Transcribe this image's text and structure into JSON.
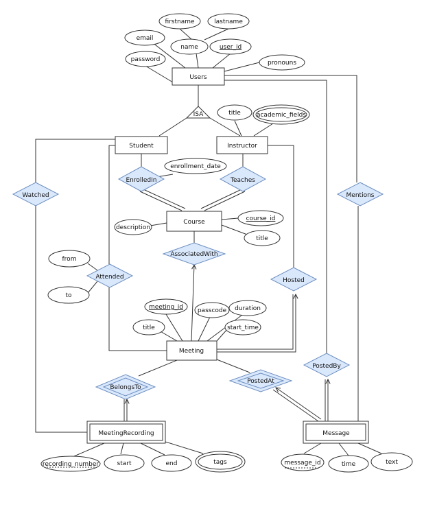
{
  "diagram": {
    "colors": {
      "line": "#333333",
      "relationship_fill": "#dae8fc",
      "relationship_stroke": "#6c8ebf",
      "box_fill": "#ffffff"
    },
    "entities": {
      "users": "Users",
      "student": "Student",
      "instructor": "Instructor",
      "course": "Course",
      "meeting": "Meeting",
      "meeting_recording": "MeetingRecording",
      "message": "Message"
    },
    "isa": "ISA",
    "relationships": {
      "enrolled_in": "EnrolledIn",
      "teaches": "Teaches",
      "associated_with": "AssociatedWith",
      "attended": "Attended",
      "hosted": "Hosted",
      "watched": "Watched",
      "mentions": "Mentions",
      "belongs_to": "BelongsTo",
      "posted_at": "PostedAt",
      "posted_by": "PostedBy"
    },
    "attributes": {
      "firstname": "firstname",
      "lastname": "lastname",
      "email": "email",
      "name": "name",
      "user_id": "user_id",
      "password": "password",
      "pronouns": "pronouns",
      "instructor_title": "title",
      "academic_fields": "academic_fields",
      "enrollment_date": "enrollment_date",
      "description": "description",
      "course_id": "course_id",
      "course_title": "title",
      "from": "from",
      "to": "to",
      "meeting_id": "meeting_id",
      "passcode": "passcode",
      "duration": "duration",
      "meeting_title": "title",
      "start_time": "start_time",
      "recording_number": "recording_number",
      "start": "start",
      "end": "end",
      "tags": "tags",
      "message_id": "message_id",
      "time": "time",
      "text": "text"
    }
  }
}
